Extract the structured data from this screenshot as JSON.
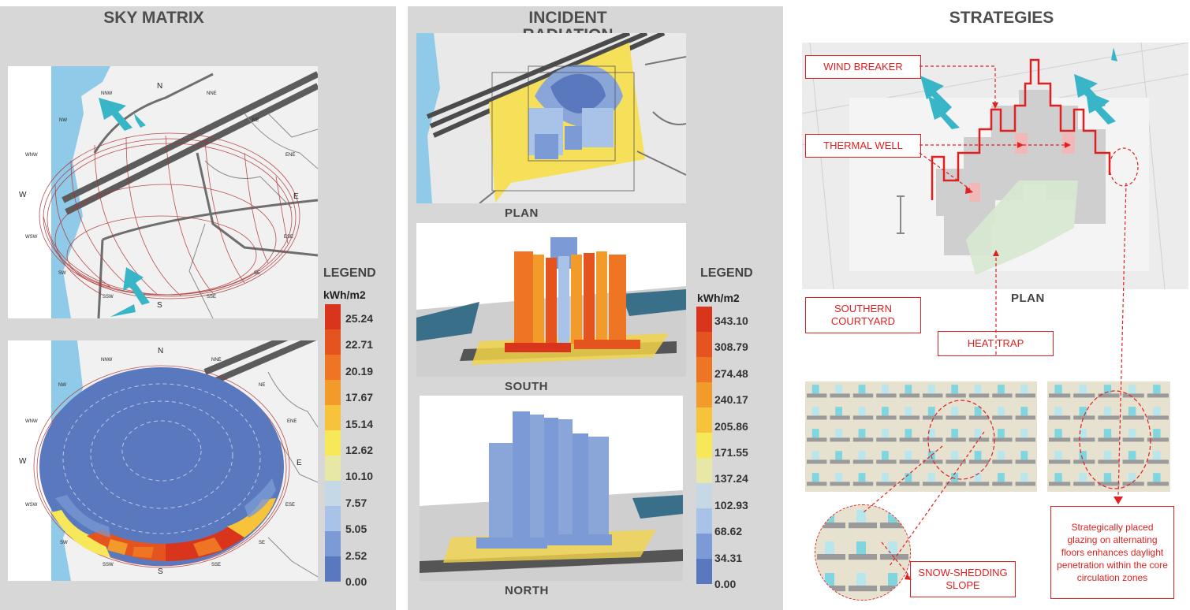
{
  "sky_matrix": {
    "title": "SKY MATRIX",
    "compass_top": [
      "N",
      "NNW",
      "NNE",
      "NW",
      "NE",
      "WNW",
      "ENE",
      "W",
      "E",
      "WSW",
      "ESE",
      "SW",
      "SE",
      "SSW",
      "SSE",
      "S"
    ],
    "compass_bottom": [
      "N",
      "NNW",
      "NNE",
      "NW",
      "NE",
      "WNW",
      "ENE",
      "W",
      "E",
      "WSW",
      "ESE",
      "SW",
      "SE",
      "SSW",
      "SSE",
      "S"
    ],
    "legend": {
      "title": "LEGEND",
      "unit": "kWh/m2",
      "values": [
        "25.24",
        "22.71",
        "20.19",
        "17.67",
        "15.14",
        "12.62",
        "10.10",
        "7.57",
        "5.05",
        "2.52",
        "0.00"
      ]
    }
  },
  "incident_radiation": {
    "title": "INCIDENT RADIATION",
    "captions": {
      "plan": "PLAN",
      "south": "SOUTH",
      "north": "NORTH"
    },
    "legend": {
      "title": "LEGEND",
      "unit": "kWh/m2",
      "values": [
        "343.10",
        "308.79",
        "274.48",
        "240.17",
        "205.86",
        "171.55",
        "137.24",
        "102.93",
        "68.62",
        "34.31",
        "0.00"
      ]
    }
  },
  "strategies": {
    "title": "STRATEGIES",
    "plan_caption": "PLAN",
    "labels": {
      "wind_breaker": "WIND BREAKER",
      "thermal_well": "THERMAL WELL",
      "southern_courtyard": "SOUTHERN COURTYARD",
      "heat_trap": "HEAT TRAP",
      "snow_shedding": "SNOW-SHEDDING SLOPE",
      "glazing_note": "Strategically placed glazing on alternating floors enhances daylight penetration within the core circulation zones"
    }
  },
  "colors": {
    "panel_bg": "#d7d7d7",
    "accent_red": "#e02020",
    "water": "#8fcbe8",
    "wind": "#38b6c8",
    "scale": [
      "#d9341c",
      "#e5531f",
      "#ee7524",
      "#f29a2a",
      "#f6c33a",
      "#f7e85a",
      "#e7e8a5",
      "#c4d8e6",
      "#a9c2e8",
      "#7b9ad6",
      "#5a78bd"
    ]
  }
}
